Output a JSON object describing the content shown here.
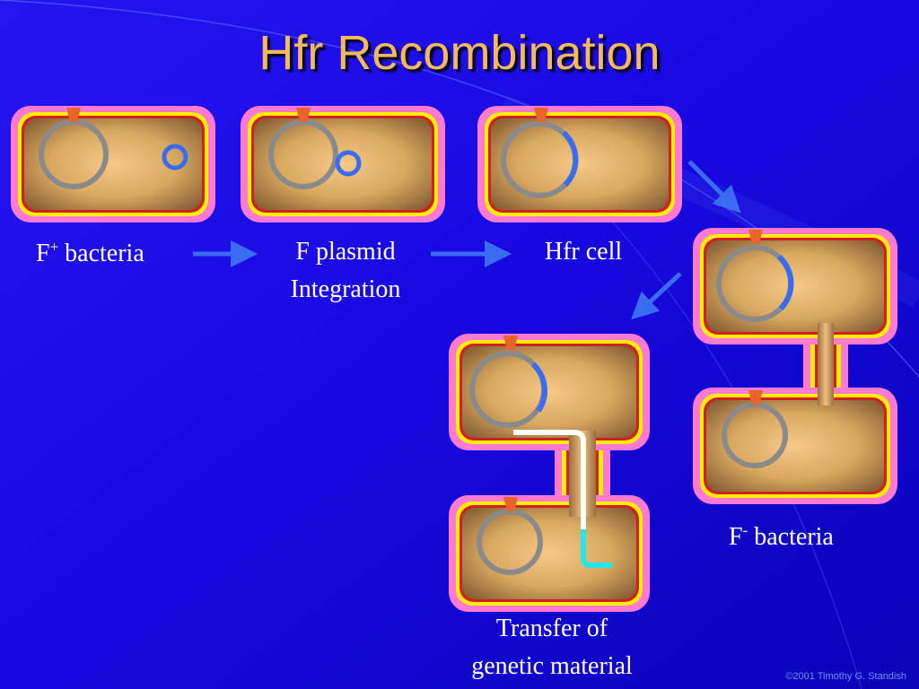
{
  "slide": {
    "title": "Hfr Recombination",
    "copyright": "©2001 Timothy G. Standish"
  },
  "labels": {
    "f_plus_prefix": "F",
    "f_plus_sup": "+",
    "f_plus_rest": " bacteria",
    "f_plasmid_line1": "F plasmid",
    "f_plasmid_line2": "Integration",
    "hfr_cell": "Hfr cell",
    "f_minus_prefix": "F",
    "f_minus_sup": "-",
    "f_minus_rest": " bacteria",
    "transfer_line1": "Transfer of",
    "transfer_line2": "genetic material"
  },
  "colors": {
    "background": "#1a0ae6",
    "title": "#f4b860",
    "arrow": "#3a6cf2",
    "membrane_outer": "#ff7ad0",
    "membrane_mid": "#ffee00",
    "cytoplasm": "#d9a860",
    "chromosome": "#8a8a8a",
    "plasmid": "#3a6cf2",
    "origin_marker": "#e8642a",
    "transfer_strand": "#ffffff",
    "new_strand": "#22e6f0"
  }
}
